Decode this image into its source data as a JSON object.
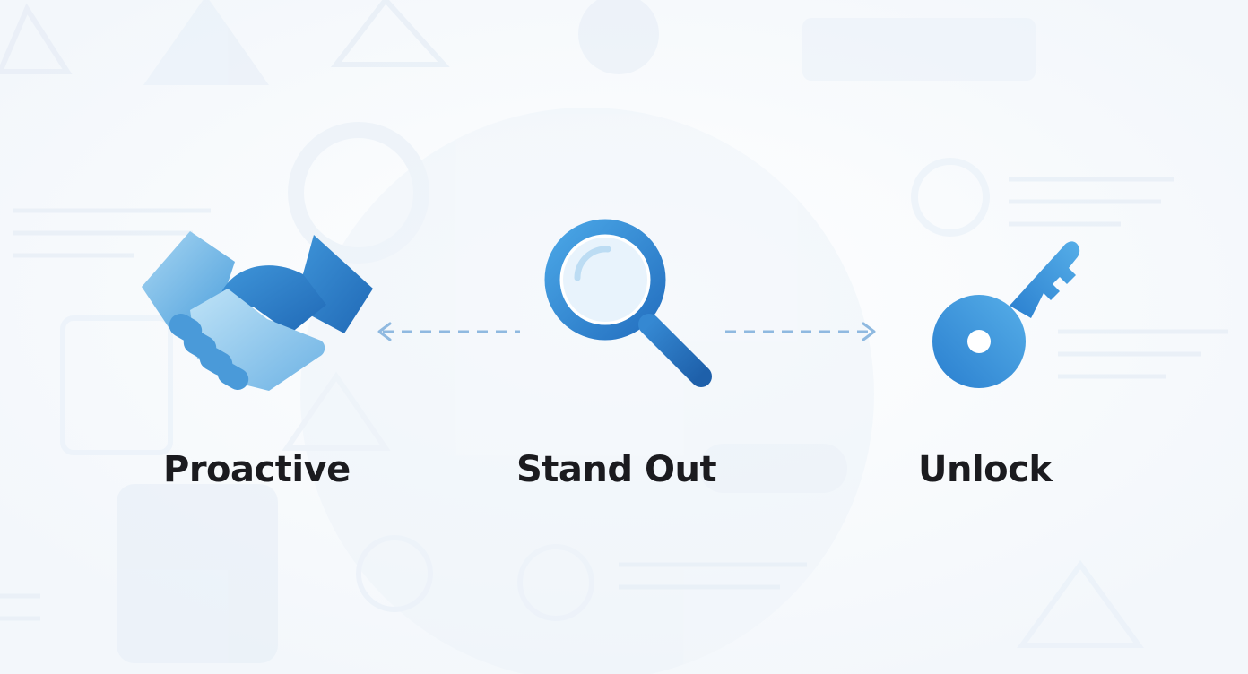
{
  "diagram": {
    "items": [
      {
        "label": "Proactive",
        "icon": "handshake-icon"
      },
      {
        "label": "Stand Out",
        "icon": "magnifying-glass-icon"
      },
      {
        "label": "Unlock",
        "icon": "key-icon"
      }
    ],
    "arrows": [
      {
        "from": "Stand Out",
        "to": "Proactive",
        "style": "dashed"
      },
      {
        "from": "Stand Out",
        "to": "Unlock",
        "style": "dashed"
      }
    ]
  },
  "colors": {
    "background": "#f7fafd",
    "accent_blue": "#2f86d3",
    "light_blue": "#7ec0ea",
    "label_text": "#1b1b1f",
    "arrow": "#8fb9e0"
  }
}
